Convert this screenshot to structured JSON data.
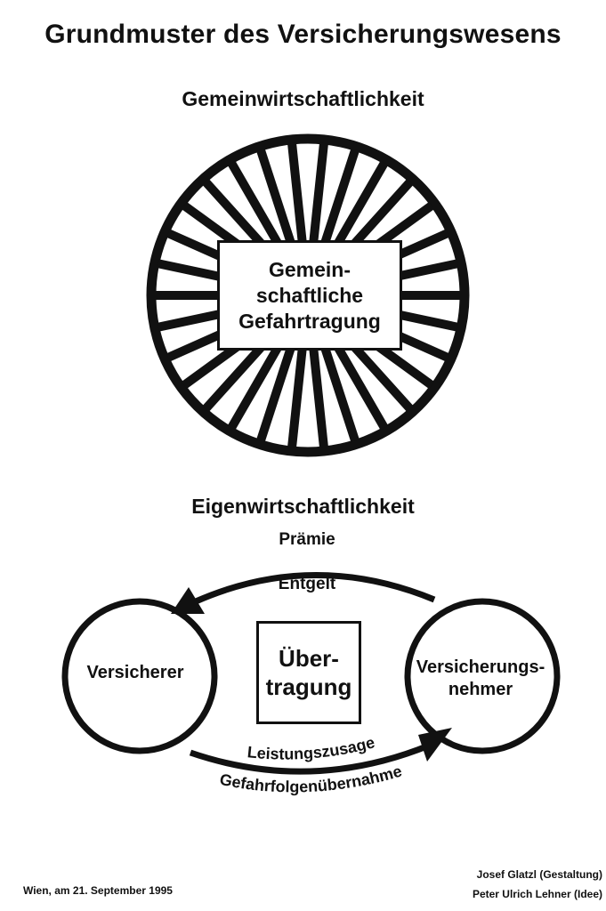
{
  "title": "Grundmuster des Versicherungswesens",
  "section1": {
    "heading": "Gemeinwirtschaftlichkeit",
    "center_box": [
      "Gemein-",
      "schaftliche",
      "Gefahrtragung"
    ]
  },
  "section2": {
    "heading": "Eigenwirtschaftlichkeit",
    "left_circle": "Versicherer",
    "right_circle": [
      "Versicherungs-",
      "nehmer"
    ],
    "center_box": [
      "Über-",
      "tragung"
    ],
    "top_arrow": {
      "outer": "Prämie",
      "inner": "Entgelt"
    },
    "bottom_arrow": {
      "inner": "Leistungszusage",
      "outer": "Gefahrfolgenübernahme"
    }
  },
  "footer": {
    "left": "Wien, am 21. September 1995",
    "right": [
      "Josef Glatzl (Gestaltung)",
      "Peter Ulrich Lehner (Idee)"
    ]
  },
  "colors": {
    "ink": "#111111",
    "paper": "#ffffff"
  }
}
